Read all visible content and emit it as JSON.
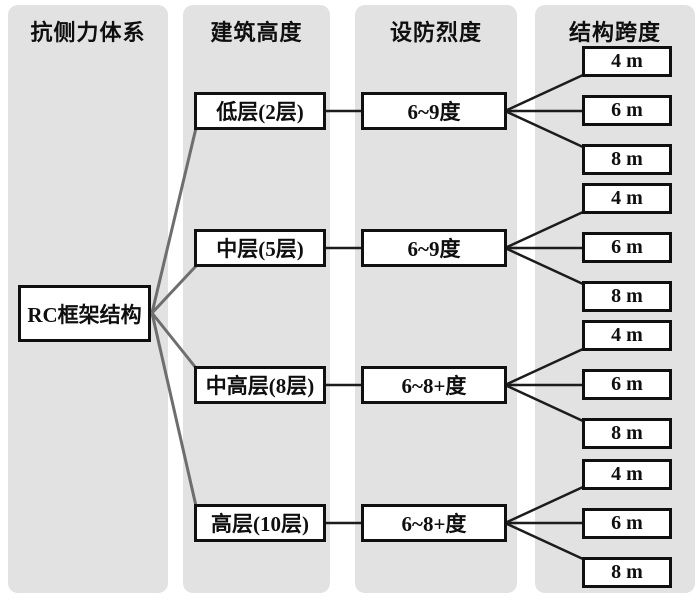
{
  "diagram": {
    "columns": [
      {
        "header": "抗侧力体系"
      },
      {
        "header": "建筑高度"
      },
      {
        "header": "设防烈度"
      },
      {
        "header": "结构跨度"
      }
    ],
    "root": {
      "label": "RC框架结构"
    },
    "branches": [
      {
        "height": "低层(2层)",
        "intensity": "6~9度",
        "spans": [
          "4 m",
          "6 m",
          "8 m"
        ]
      },
      {
        "height": "中层(5层)",
        "intensity": "6~9度",
        "spans": [
          "4 m",
          "6 m",
          "8 m"
        ]
      },
      {
        "height": "中高层(8层)",
        "intensity": "6~8+度",
        "spans": [
          "4 m",
          "6 m",
          "8 m"
        ]
      },
      {
        "height": "高层(10层)",
        "intensity": "6~8+度",
        "spans": [
          "4 m",
          "6 m",
          "8 m"
        ]
      }
    ],
    "colors": {
      "panel_background": "#e2e2e2",
      "box_border": "#101010",
      "root_fan_line": "#6e6e6e",
      "connector_line": "#1c1c1c",
      "page_background": "#ffffff"
    }
  }
}
